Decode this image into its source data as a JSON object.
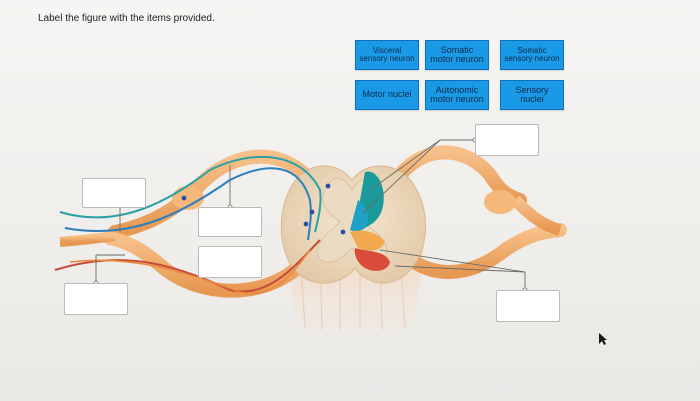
{
  "instruction": "Label the figure with the items provided.",
  "tiles": [
    {
      "id": "visceral-sensory",
      "label": "Visceral\nsensory neuron"
    },
    {
      "id": "somatic-motor",
      "label": "Somatic\nmotor neuron"
    },
    {
      "id": "somatic-sensory",
      "label": "Somatic\nsensory neuron"
    },
    {
      "id": "motor-nuclei",
      "label": "Motor nuclei"
    },
    {
      "id": "autonomic-motor",
      "label": "Autonomic\nmotor neuron"
    },
    {
      "id": "sensory-nuclei",
      "label": "Sensory\nnuclei"
    }
  ],
  "drop_targets": [
    {
      "id": "drop-right-top",
      "value": ""
    },
    {
      "id": "drop-left-top",
      "value": ""
    },
    {
      "id": "drop-center-upper",
      "value": ""
    },
    {
      "id": "drop-center-lower",
      "value": ""
    },
    {
      "id": "drop-left-bottom",
      "value": ""
    },
    {
      "id": "drop-right-bottom",
      "value": ""
    }
  ],
  "colors": {
    "tile_bg": "#1a9ae6",
    "gray_matter": "#e7d9bf",
    "nerve": "#efab6c",
    "sensory_teal": "#1b9a9b",
    "motor_red": "#d94c3a",
    "autonomic_orange": "#f1a84f"
  },
  "icons": {
    "cursor": "pointer-cursor-icon"
  }
}
